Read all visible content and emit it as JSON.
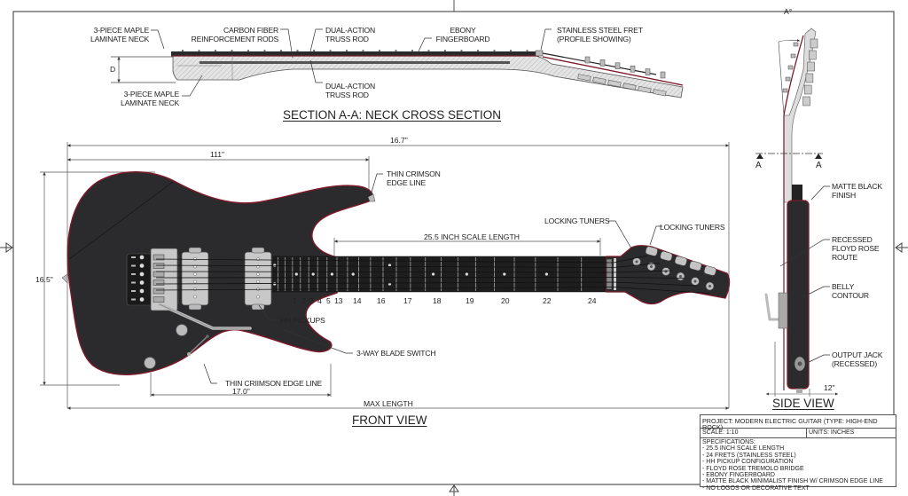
{
  "section_view": {
    "title": "SECTION A-A: NECK CROSS SECTION",
    "labels": {
      "maple_neck_top": [
        "3-PIECE MAPLE",
        "LAMINATE NECK"
      ],
      "carbon_rods": [
        "CARBON FIBER",
        "REINFORCEMENT RODS"
      ],
      "truss_rod_top": [
        "DUAL-ACTION",
        "TRUSS ROD"
      ],
      "fingerboard": [
        "EBONY",
        "FINGERBOARD"
      ],
      "fret": [
        "STAINLESS STEEL FRET",
        "(PROFILE SHOWING)"
      ],
      "maple_neck_bottom": [
        "3-PIECE MAPLE",
        "LAMINATE NECK"
      ],
      "truss_rod_bottom": [
        "DUAL-ACTION",
        "TRUSS ROD"
      ]
    },
    "dim_depth": "D"
  },
  "front_view": {
    "title": "FRONT VIEW",
    "dims": {
      "overall": "16.7\"",
      "body_horn": "111\"",
      "height": "16.5\"",
      "lower_body": "17.0\"",
      "max_length": "MAX LENGTH",
      "scale_length": "25.5 INCH SCALE LENGTH"
    },
    "labels": {
      "crimson_edge_top": [
        "THIN CRIMSON",
        "EDGE LINE"
      ],
      "locking_tuners_1": "LOCKING TUNERS",
      "locking_tuners_2": "LOCKING TUNERS",
      "hh_pickups": "HH PICKUPS",
      "blade_switch": "3-WAY BLADE SWITCH",
      "crimson_edge_bottom": "THIN CRIIMSON EDGE LINE"
    },
    "fret_numbers": [
      "1",
      "2",
      "3",
      "4",
      "5",
      "13",
      "14",
      "16",
      "17",
      "18",
      "19",
      "20",
      "22",
      "24"
    ]
  },
  "side_view": {
    "title": "SIDE VIEW",
    "angle_label": "A°",
    "section_marker": "A",
    "thickness": "12\"",
    "labels": {
      "matte_black": [
        "MATTE BLACK",
        "FINISH"
      ],
      "floyd_route": [
        "RECESSED",
        "FLOYD ROSE",
        "ROUTE"
      ],
      "belly": [
        "BELLY",
        "CONTOUR"
      ],
      "output_jack": [
        "OUTPUT JACK",
        "(RECESSED)"
      ]
    }
  },
  "title_block": {
    "project": "PROJECT: MODERN ELECTRIC GUITAR (TYPE: HIGH-END ROCK)",
    "scale": "SCALE: 1:10",
    "units": "UNITS: INCHES",
    "specs_heading": "SPECIFICATIONS:",
    "specs": [
      "- 25.5 INCH SCALE LENGTH",
      "- 24 FRETS (STAINLESS STEEL)",
      "- HH PICKUP CONFIGURATION",
      "- FLOYD ROSE TREMOLO BRIDGE",
      "- EBONY FINGERBOARD",
      "- MATTE BLACK MINIMALIST FINISH W/ CRIMSON EDGE LINE",
      "- NO LOGOS OR DECORATIVE TEXT"
    ]
  },
  "colors": {
    "body": "#2b2b2d",
    "edge": "#7a1a2a",
    "hardware": "#c8c8c8",
    "line": "#333333"
  }
}
